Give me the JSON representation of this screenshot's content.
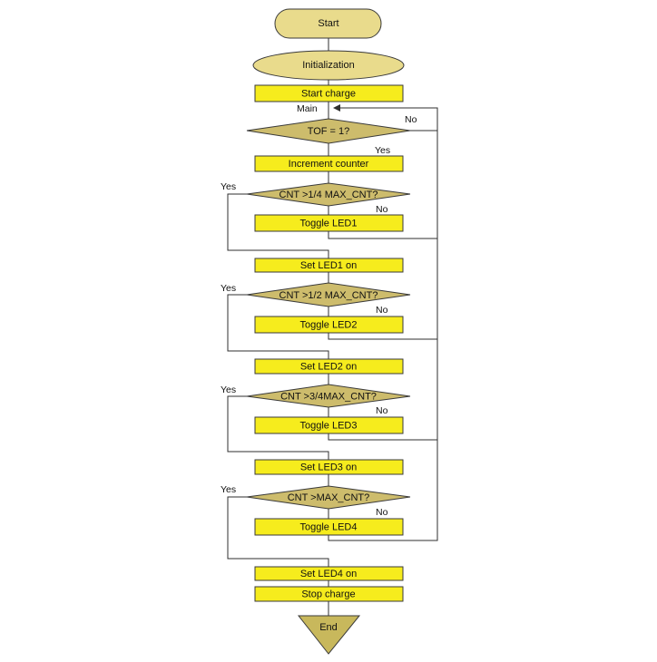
{
  "colors": {
    "terminal_fill": "#E9DB8C",
    "process_fill": "#F6EC1D",
    "decision_fill": "#CDBC6C",
    "end_fill": "#C8B85C",
    "line": "#2F2F2F"
  },
  "nodes": {
    "start": "Start",
    "initialization": "Initialization",
    "start_charge": "Start charge",
    "tof_check": "TOF = 1?",
    "increment_counter": "Increment counter",
    "cnt_quarter": "CNT >1/4 MAX_CNT?",
    "toggle_led1": "Toggle LED1",
    "set_led1_on": "Set LED1 on",
    "cnt_half": "CNT >1/2 MAX_CNT?",
    "toggle_led2": "Toggle LED2",
    "set_led2_on": "Set LED2 on",
    "cnt_three_quarter": "CNT >3/4MAX_CNT?",
    "toggle_led3": "Toggle LED3",
    "set_led3_on": "Set LED3 on",
    "cnt_max": "CNT >MAX_CNT?",
    "toggle_led4": "Toggle LED4",
    "set_led4_on": "Set LED4 on",
    "stop_charge": "Stop charge",
    "end": "End"
  },
  "labels": {
    "main": "Main",
    "tof_no": "No",
    "tof_yes": "Yes",
    "quarter_yes": "Yes",
    "quarter_no": "No",
    "half_yes": "Yes",
    "half_no": "No",
    "three_quarter_yes": "Yes",
    "three_quarter_no": "No",
    "max_yes": "Yes",
    "max_no": "No"
  }
}
